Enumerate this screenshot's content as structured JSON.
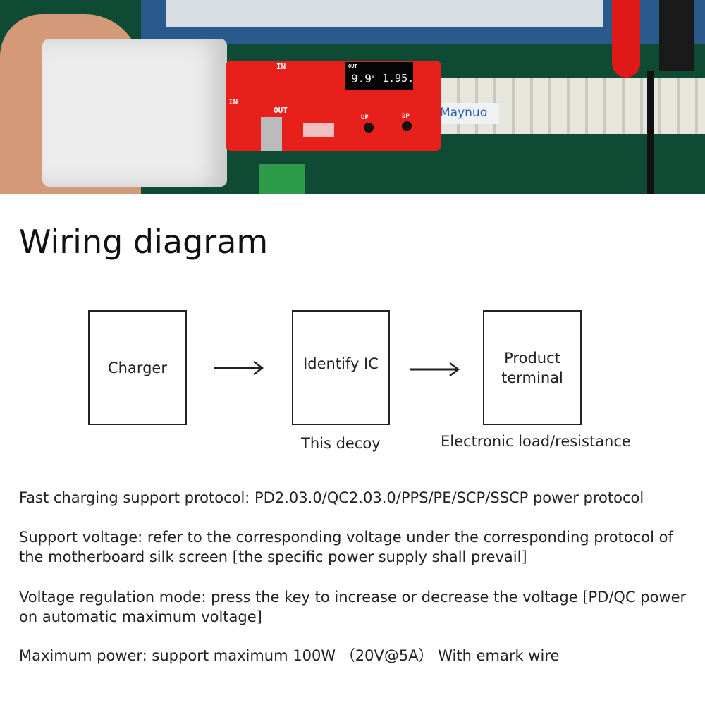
{
  "photo": {
    "board_in_top": "IN",
    "board_in_left": "IN",
    "board_out": "OUT",
    "display_out": "OUT",
    "display_voltage": "9.9",
    "display_voltage_unit": "V",
    "display_current": "1.95.",
    "button_up": "UP",
    "button_down": "DP",
    "load_brand": "Maynuo",
    "colors": {
      "board": "#e8201c",
      "bench": "#0f4a35",
      "instrument": "#2a5a8c"
    }
  },
  "title": "Wiring diagram",
  "diagram": {
    "nodes": [
      {
        "label": "Charger",
        "caption": ""
      },
      {
        "label": "Identify IC",
        "caption": "This decoy"
      },
      {
        "label": "Product terminal",
        "caption": "Electronic load/resistance"
      }
    ]
  },
  "specs": [
    "Fast charging support protocol: PD2.03.0/QC2.03.0/PPS/PE/SCP/SSCP power protocol",
    "Support voltage: refer to the corresponding voltage under the corresponding protocol of the motherboard silk screen [the specific power supply shall prevail]",
    "Voltage regulation mode: press the key to increase or decrease the voltage [PD/QC power on automatic maximum voltage]",
    "Maximum power: support maximum 100W （20V@5A） With emark wire"
  ]
}
